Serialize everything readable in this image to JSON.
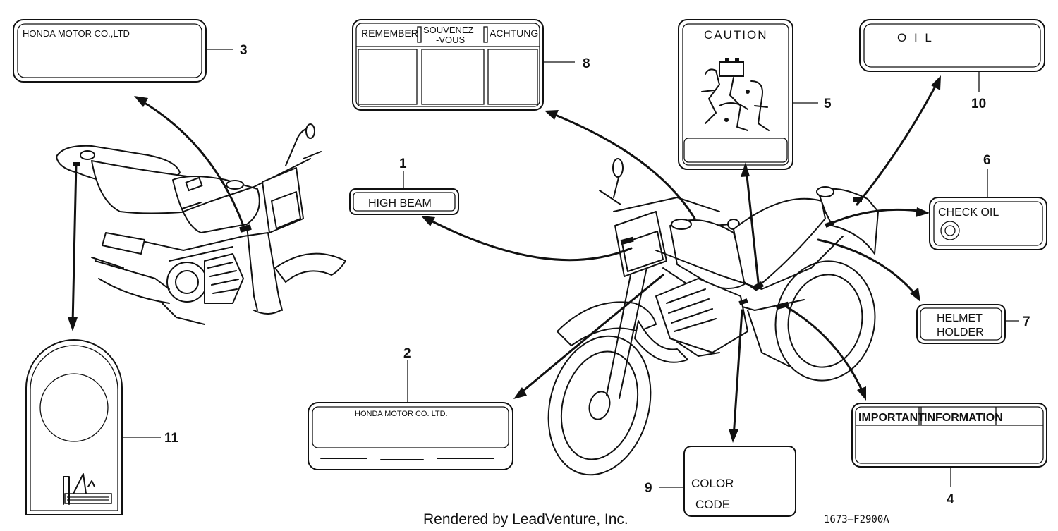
{
  "labels": {
    "l3_text": "HONDA MOTOR CO.,LTD",
    "l8_remember": "REMEMBER",
    "l8_souvenez": "SOUVENEZ",
    "l8_vous": "-VOUS",
    "l8_achtung": "ACHTUNG",
    "l5_caution": "CAUTION",
    "l10_oil": "O I L",
    "l1_high_beam": "HIGH BEAM",
    "l6_check_oil": "CHECK OIL",
    "l7_helmet": "HELMET",
    "l7_holder": "HOLDER",
    "l2_text": "HONDA MOTOR CO. LTD.",
    "l4_important": "IMPORTANT",
    "l4_information": "INFORMATION",
    "l9_color": "COLOR",
    "l9_code": "CODE"
  },
  "callouts": {
    "n1": "1",
    "n2": "2",
    "n3": "3",
    "n4": "4",
    "n5": "5",
    "n6": "6",
    "n7": "7",
    "n8": "8",
    "n9": "9",
    "n10": "10",
    "n11": "11"
  },
  "footer": {
    "credit": "Rendered by LeadVenture, Inc.",
    "diagram_code": "1673–F2900A"
  }
}
